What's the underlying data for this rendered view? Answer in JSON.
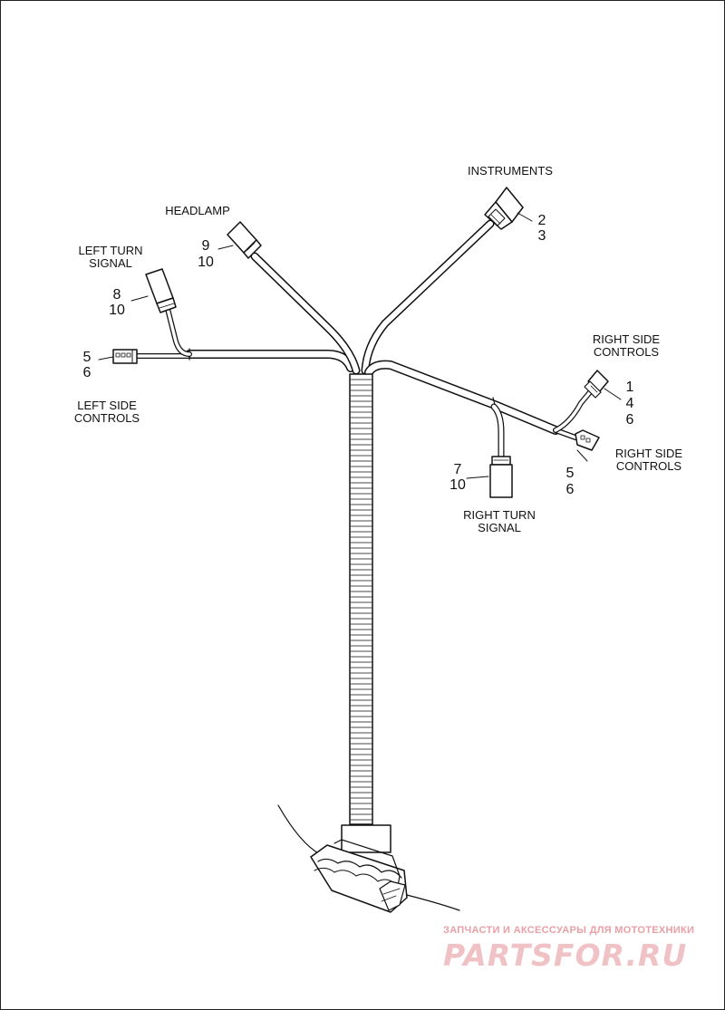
{
  "labels": {
    "instruments": "INSTRUMENTS",
    "headlamp": "HEADLAMP",
    "left_turn_1": "LEFT TURN",
    "left_turn_2": "SIGNAL",
    "left_side_1": "LEFT SIDE",
    "left_side_2": "CONTROLS",
    "right_side_top_1": "RIGHT SIDE",
    "right_side_top_2": "CONTROLS",
    "right_side_low_1": "RIGHT SIDE",
    "right_side_low_2": "CONTROLS",
    "right_turn_1": "RIGHT TURN",
    "right_turn_2": "SIGNAL"
  },
  "callouts": {
    "instruments": [
      "2",
      "3"
    ],
    "headlamp": [
      "9",
      "10"
    ],
    "left_turn": [
      "8",
      "10"
    ],
    "left_side": [
      "5",
      "6"
    ],
    "right_side_top": [
      "1",
      "4",
      "6"
    ],
    "right_side_low": [
      "5",
      "6"
    ],
    "right_turn": [
      "7",
      "10"
    ]
  },
  "watermark": {
    "tagline": "ЗАПЧАСТИ И АКСЕССУАРЫ ДЛЯ МОТОТЕХНИКИ",
    "logo": "PARTSFOR.RU"
  }
}
